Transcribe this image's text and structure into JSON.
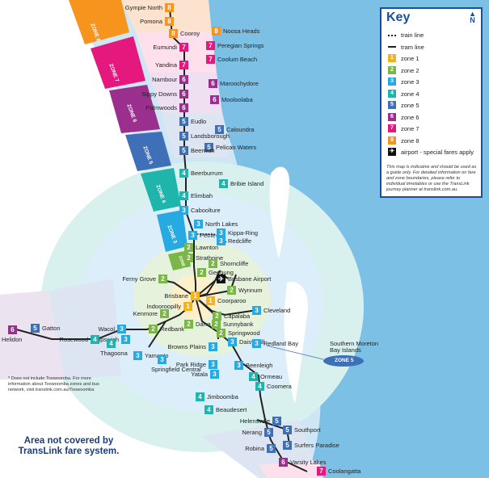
{
  "legend": {
    "title": "Key",
    "north": "N",
    "items": [
      {
        "num": "",
        "label": "train line",
        "kind": "train"
      },
      {
        "num": "",
        "label": "tram line",
        "kind": "tram"
      },
      {
        "num": "1",
        "label": "zone 1",
        "color": "#f6b21a"
      },
      {
        "num": "2",
        "label": "zone 2",
        "color": "#7ab648"
      },
      {
        "num": "3",
        "label": "zone 3",
        "color": "#27a9e1"
      },
      {
        "num": "4",
        "label": "zone 4",
        "color": "#1fb5ad"
      },
      {
        "num": "5",
        "label": "zone 5",
        "color": "#3f6fb6"
      },
      {
        "num": "6",
        "label": "zone 6",
        "color": "#9b2f8e"
      },
      {
        "num": "7",
        "label": "zone 7",
        "color": "#e4187d"
      },
      {
        "num": "8",
        "label": "zone 8",
        "color": "#f7941d"
      },
      {
        "num": "",
        "label": "airport - special fares apply",
        "kind": "airport"
      }
    ],
    "note": "This map is indicative and should be used as a guide only. For detailed information on fare and zone boundaries, please refer to individual timetables or use the TransLink journey planner at translink.com.au."
  },
  "zone_bands": [
    "ZONE 8",
    "ZONE 7",
    "ZONE 6",
    "ZONE 5",
    "ZONE 4",
    "ZONE 3",
    "ZONE 2",
    "ZONE 5"
  ],
  "stations": [
    {
      "name": "Gympie North",
      "zone": "8"
    },
    {
      "name": "Pomona",
      "zone": "8"
    },
    {
      "name": "Cooroy",
      "zone": "8"
    },
    {
      "name": "Noosa Heads",
      "zone": "8"
    },
    {
      "name": "Eumundi",
      "zone": "7"
    },
    {
      "name": "Peregian Springs",
      "zone": "7"
    },
    {
      "name": "Yandina",
      "zone": "7"
    },
    {
      "name": "Coolum Beach",
      "zone": "7"
    },
    {
      "name": "Nambour",
      "zone": "6"
    },
    {
      "name": "Maroochydore",
      "zone": "6"
    },
    {
      "name": "Sippy Downs",
      "zone": "6"
    },
    {
      "name": "Mooloolaba",
      "zone": "6"
    },
    {
      "name": "Palmwoods",
      "zone": "6"
    },
    {
      "name": "Eudlo",
      "zone": "5"
    },
    {
      "name": "Caloundra",
      "zone": "5"
    },
    {
      "name": "Landsborough",
      "zone": "5"
    },
    {
      "name": "Pelican Waters",
      "zone": "5"
    },
    {
      "name": "Beerwah",
      "zone": "5"
    },
    {
      "name": "Beerburrum",
      "zone": "4"
    },
    {
      "name": "Bribie Island",
      "zone": "4"
    },
    {
      "name": "Elimbah",
      "zone": "4"
    },
    {
      "name": "Caboolture",
      "zone": "3"
    },
    {
      "name": "North Lakes",
      "zone": "3"
    },
    {
      "name": "Kippa-Ring",
      "zone": "3"
    },
    {
      "name": "Petrie",
      "zone": "3"
    },
    {
      "name": "Redcliffe",
      "zone": "3"
    },
    {
      "name": "Lawnton",
      "zone": "2"
    },
    {
      "name": "Strathpine",
      "zone": "2"
    },
    {
      "name": "Shorncliffe",
      "zone": "2"
    },
    {
      "name": "Geebung",
      "zone": "2"
    },
    {
      "name": "Ferny Grove",
      "zone": "2"
    },
    {
      "name": "Brisbane Airport",
      "zone": "airport"
    },
    {
      "name": "Brisbane",
      "zone": "1"
    },
    {
      "name": "Wynnum",
      "zone": "2"
    },
    {
      "name": "Indooroopilly",
      "zone": "1"
    },
    {
      "name": "Coorparoo",
      "zone": "1"
    },
    {
      "name": "Kenmore",
      "zone": "2"
    },
    {
      "name": "Capalaba",
      "zone": "2"
    },
    {
      "name": "Cleveland",
      "zone": "3"
    },
    {
      "name": "Darra",
      "zone": "2"
    },
    {
      "name": "Sunnybank",
      "zone": "2"
    },
    {
      "name": "Springwood",
      "zone": "2"
    },
    {
      "name": "Gatton",
      "zone": "5"
    },
    {
      "name": "Helidon",
      "zone": "6"
    },
    {
      "name": "Wacol",
      "zone": "3"
    },
    {
      "name": "Redbank",
      "zone": "2"
    },
    {
      "name": "Rosewood",
      "zone": "4"
    },
    {
      "name": "Ipswich",
      "zone": "3"
    },
    {
      "name": "Thagoona",
      "zone": "4"
    },
    {
      "name": "Browns Plains",
      "zone": "3"
    },
    {
      "name": "Daisy Hill",
      "zone": "3"
    },
    {
      "name": "Redland Bay",
      "zone": "3"
    },
    {
      "name": "Yamanto",
      "zone": "3"
    },
    {
      "name": "Springfield Central",
      "zone": "3"
    },
    {
      "name": "Park Ridge",
      "zone": "3"
    },
    {
      "name": "Yatala",
      "zone": "3"
    },
    {
      "name": "Beenleigh",
      "zone": "3"
    },
    {
      "name": "Ormeau",
      "zone": "4"
    },
    {
      "name": "Coomera",
      "zone": "4"
    },
    {
      "name": "Jimboomba",
      "zone": "4"
    },
    {
      "name": "Beaudesert",
      "zone": "4"
    },
    {
      "name": "Helensvale",
      "zone": "5"
    },
    {
      "name": "Nerang",
      "zone": "5"
    },
    {
      "name": "Southport",
      "zone": "5"
    },
    {
      "name": "Surfers Paradise",
      "zone": "5"
    },
    {
      "name": "Robina",
      "zone": "5"
    },
    {
      "name": "Varsity Lakes",
      "zone": "6"
    },
    {
      "name": "Coolangatta",
      "zone": "7"
    }
  ],
  "islands_label": "Southern Moreton Bay Islands",
  "islands_zone": "ZONE 5",
  "toowoomba_note": "* Does not include Toowoomba. For more information about Toowoomba zones and bus network, visit translink.com.au/Toowoomba",
  "uncovered_note": "Area not covered by TransLink fare system."
}
